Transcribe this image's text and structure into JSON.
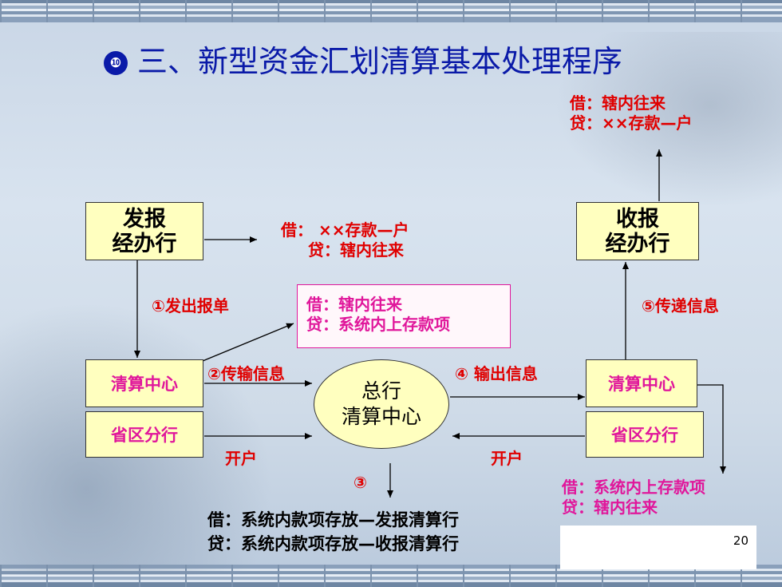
{
  "title": {
    "number": "❿",
    "text": "三、新型资金汇划清算基本处理程序"
  },
  "boxes": {
    "send_bank": [
      "发报",
      "经办行"
    ],
    "recv_bank": [
      "收报",
      "经办行"
    ],
    "left_clearing": "清算中心",
    "right_clearing": "清算中心",
    "left_province": "省区分行",
    "right_province": "省区分行",
    "hq_center": [
      "总行",
      "清算中心"
    ]
  },
  "entries": {
    "top_right": [
      "借：辖内往来",
      "贷：××存款—户"
    ],
    "send_bank": [
      "借：  ××存款—户",
      "贷：辖内往来"
    ],
    "left_clearing": [
      "借：辖内往来",
      "贷：系统内上存款项"
    ],
    "right_clearing": [
      "借：系统内上存款项",
      "贷：辖内往来"
    ],
    "hq_center": [
      "借：系统内款项存放—发报清算行",
      "贷：系统内款项存放—收报清算行"
    ]
  },
  "steps": {
    "s1": "①发出报单",
    "s2": "②传输信息",
    "s3": "③",
    "s4": "④ 输出信息",
    "s5": "⑤传递信息"
  },
  "open_account_left": "开户",
  "open_account_right": "开户",
  "page_number": "20",
  "colors": {
    "title": "#0a1aa8",
    "red_text": "#e00000",
    "pink_text": "#e0179b",
    "box_fill": "#ffffbf"
  }
}
